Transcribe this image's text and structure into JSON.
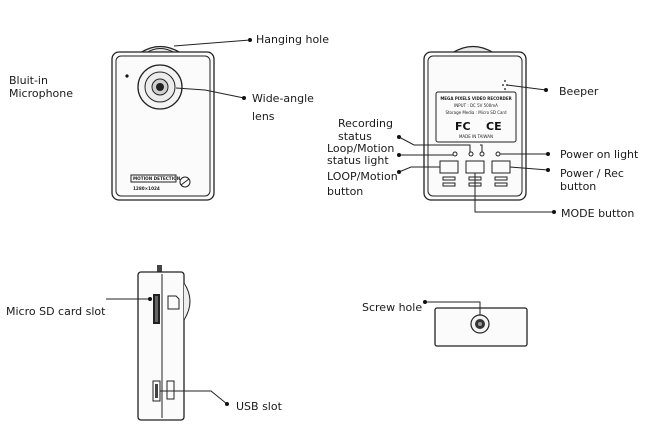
{
  "colors": {
    "line": "#222222",
    "background": "#ffffff",
    "label": "#1a1a1a"
  },
  "front_view": {
    "labels": {
      "hanging_hole": "Hanging hole",
      "microphone_line1": "Bluit-in",
      "microphone_line2": "Microphone",
      "lens_line1": "Wide-angle",
      "lens_line2": "lens"
    },
    "printed": {
      "motion_detection": "MOTION DETECTION",
      "resolution": "1280×1024"
    }
  },
  "back_view": {
    "labels": {
      "beeper": "Beeper",
      "recording_status_line1": "Recording",
      "recording_status_line2": "status",
      "loop_motion_light_line1": "Loop/Motion",
      "loop_motion_light_line2": "status light",
      "loop_motion_button_line1": "LOOP/Motion",
      "loop_motion_button_line2": "button",
      "power_on_light": "Power on light",
      "power_rec_line1": "Power / Rec",
      "power_rec_line2": "button",
      "mode_button": "MODE button"
    },
    "sticker": {
      "line1": "MEGA PIXELS VIDEO RECORDER",
      "line2": "INPUT : DC 5V 500mA",
      "line3": "Storage Media : Micro SD Card",
      "fcc": "FC",
      "ce": "CE",
      "made_in": "MADE IN TAIWAN"
    }
  },
  "side_view": {
    "labels": {
      "micro_sd": "Micro SD card slot",
      "usb": "USB slot"
    }
  },
  "bottom_view": {
    "labels": {
      "screw_hole": "Screw hole"
    }
  }
}
